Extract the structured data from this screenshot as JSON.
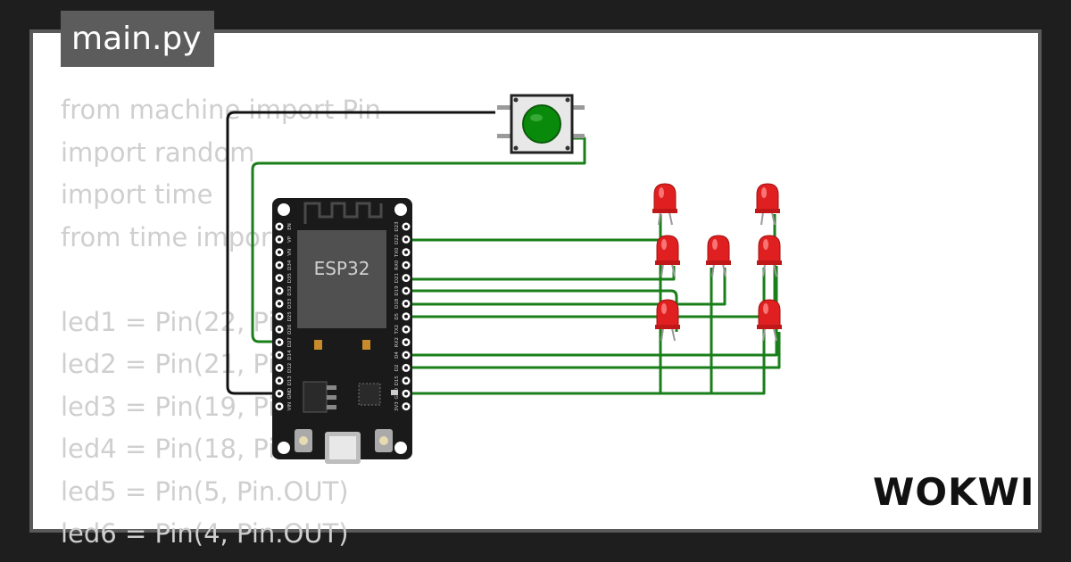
{
  "tab": {
    "filename": "main.py"
  },
  "code_lines": [
    "from machine import Pin",
    "import random",
    "import time",
    "from time import sleep",
    "",
    "led1 = Pin(22, Pin.OUT)",
    "led2 = Pin(21, Pin.OUT)",
    "led3 = Pin(19, Pin.OUT)",
    "led4 = Pin(18, Pin.OUT)",
    "led5 = Pin(5, Pin.OUT)",
    "led6 = Pin(4, Pin.OUT)"
  ],
  "board": {
    "chip_label": "ESP32",
    "left_pins": [
      "EN",
      "VP",
      "VN",
      "D34",
      "D35",
      "D32",
      "D33",
      "D25",
      "D26",
      "D27",
      "D14",
      "D12",
      "D13",
      "GND",
      "VIN"
    ],
    "right_pins": [
      "D23",
      "D22",
      "TX0",
      "RX0",
      "D21",
      "D19",
      "D18",
      "D5",
      "TX2",
      "RX2",
      "D4",
      "D2",
      "D15",
      "GND",
      "3V3"
    ]
  },
  "components": {
    "button": "pushbutton",
    "leds": [
      "led1",
      "led2",
      "led3",
      "led4",
      "led5",
      "led6",
      "led7"
    ]
  },
  "colors": {
    "wire_green": "#1a7f1a",
    "wire_black": "#111111",
    "led_red": "#e02020",
    "button_green": "#0a8a0a",
    "board": "#1a1a1a"
  },
  "brand": {
    "logo": "WOKWI"
  }
}
